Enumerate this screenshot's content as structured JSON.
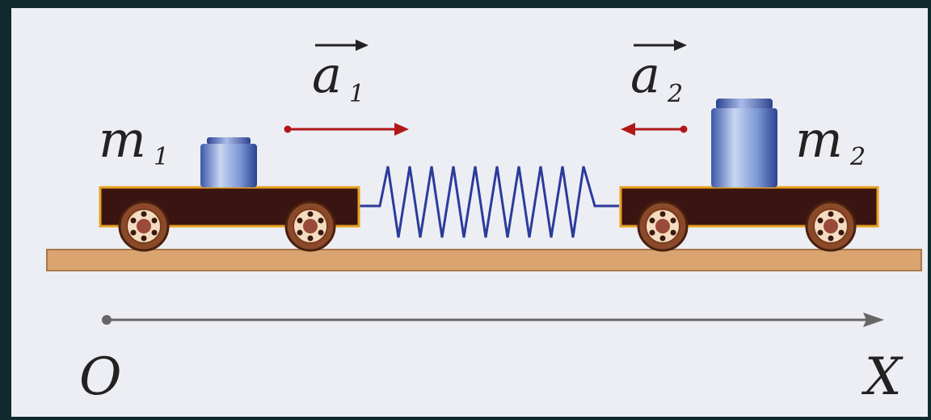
{
  "labels": {
    "mass_left": "m",
    "mass_left_sub": "1",
    "mass_right": "m",
    "mass_right_sub": "2",
    "accel_left": "a",
    "accel_left_sub": "1",
    "accel_right": "a",
    "accel_right_sub": "2",
    "origin": "O",
    "axis": "X"
  },
  "colors": {
    "background": "#0e2a2c",
    "frame": "#eceef3",
    "track": "#d9a46f",
    "cart_body": "#3a1410",
    "cart_border": "#e8a020",
    "spring": "#2c3a9c",
    "accel_arrow": "#b01818",
    "axis": "#666666"
  }
}
